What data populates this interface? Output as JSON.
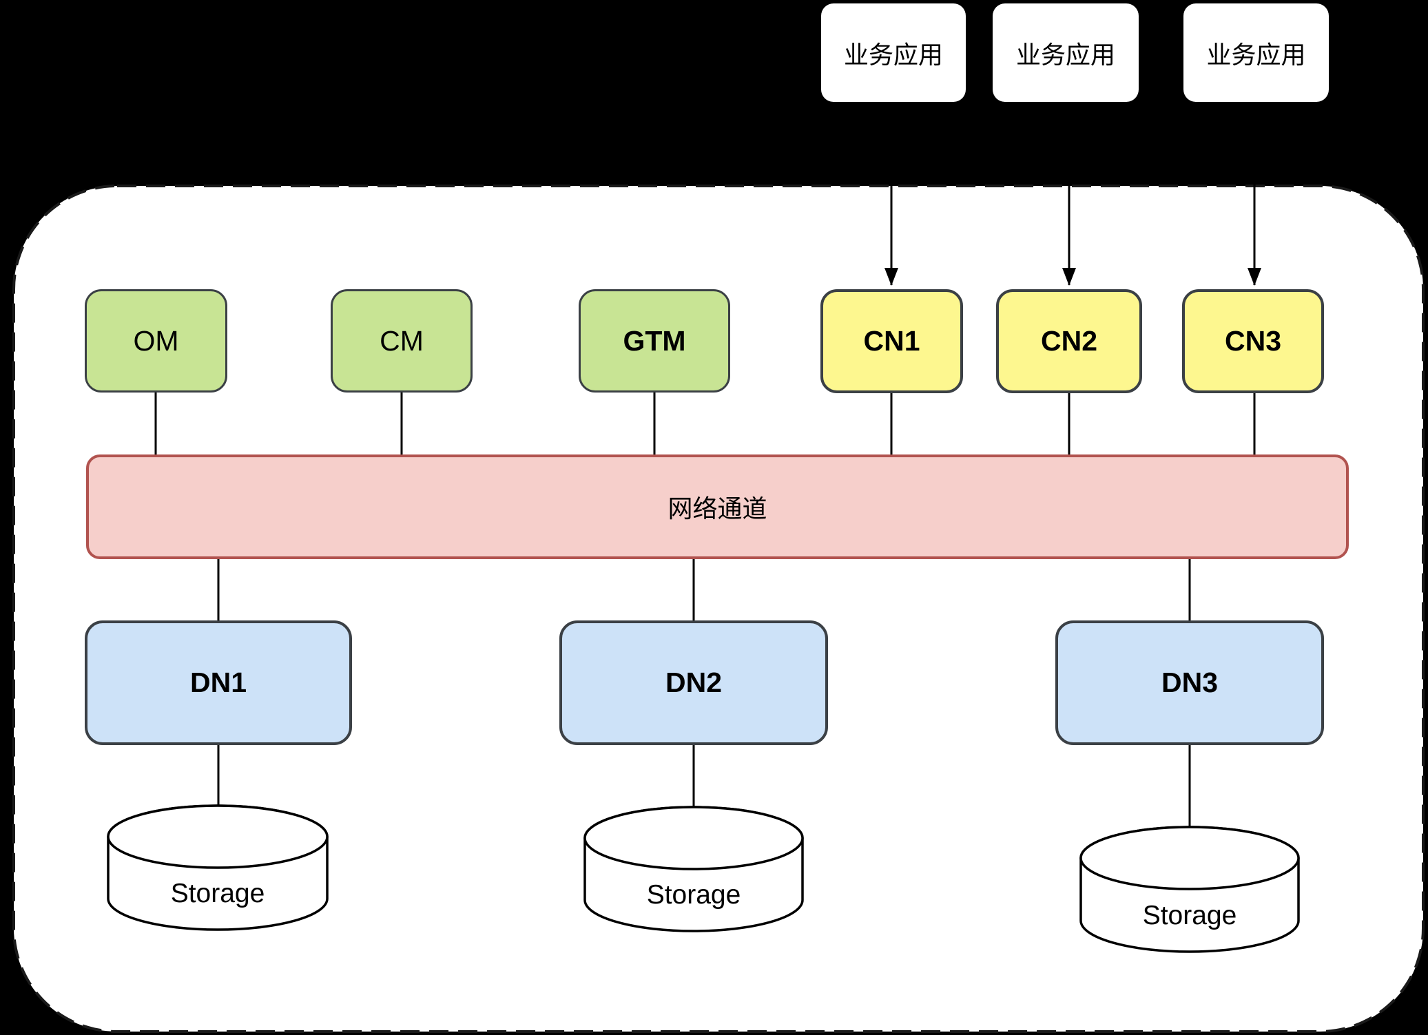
{
  "diagram_type": "distributed-database-architecture",
  "business_apps": [
    {
      "label": "业务应用"
    },
    {
      "label": "业务应用"
    },
    {
      "label": "业务应用"
    }
  ],
  "management_nodes": [
    {
      "label": "OM"
    },
    {
      "label": "CM"
    },
    {
      "label": "GTM"
    }
  ],
  "coordinator_nodes": [
    {
      "label": "CN1"
    },
    {
      "label": "CN2"
    },
    {
      "label": "CN3"
    }
  ],
  "network_channel": {
    "label": "网络通道"
  },
  "data_nodes": [
    {
      "label": "DN1"
    },
    {
      "label": "DN2"
    },
    {
      "label": "DN3"
    }
  ],
  "storage_nodes": [
    {
      "label": "Storage"
    },
    {
      "label": "Storage"
    },
    {
      "label": "Storage"
    }
  ],
  "colors": {
    "page_background": "#000000",
    "container_fill": "#ffffff",
    "container_border": "#1a1a1a",
    "management_fill": "#c8e494",
    "coordinator_fill": "#fdf78f",
    "node_border": "#3b4045",
    "network_fill": "#f6cfcb",
    "network_border": "#b1534f",
    "datanode_fill": "#cde2f8",
    "storage_fill": "#ffffff",
    "connector": "#000000"
  }
}
